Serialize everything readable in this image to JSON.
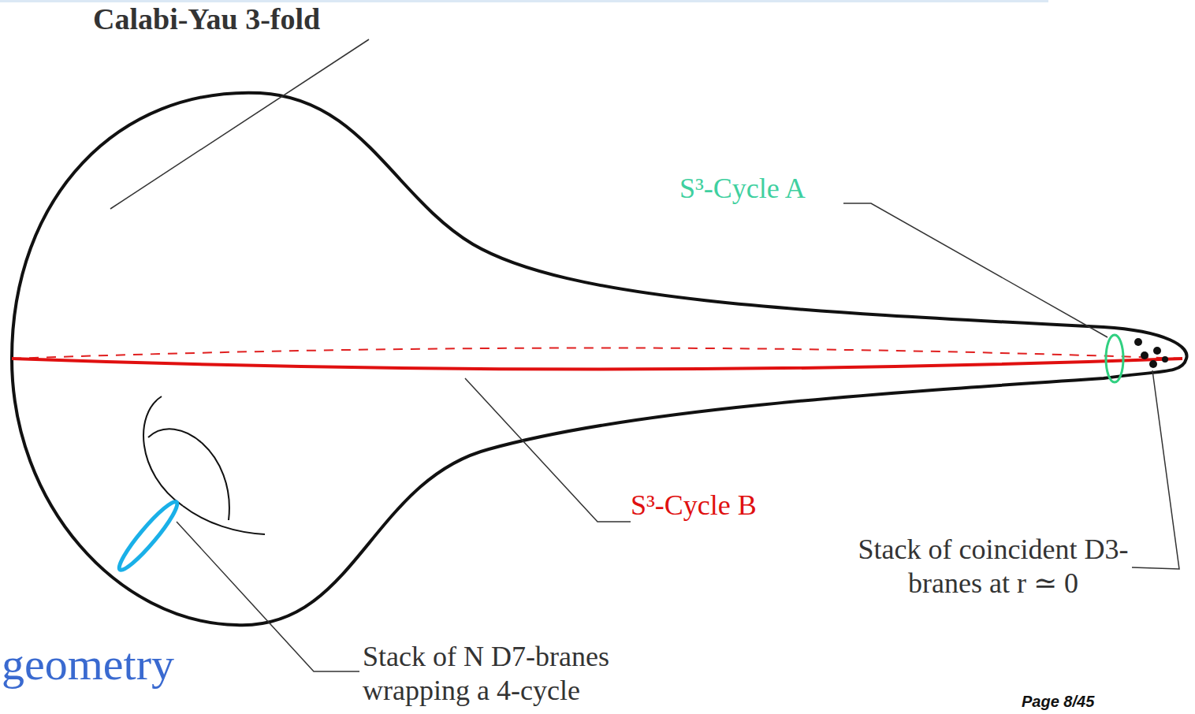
{
  "diagram": {
    "labels": [
      "Calabi-Yau 3-fold",
      "S³-Cycle A",
      "S³-Cycle B",
      "Stack of coincident D3-branes at r ≃ 0",
      "Stack of N D7-branes wrapping a 4-cycle",
      "geometry",
      "Page 8/45"
    ]
  }
}
